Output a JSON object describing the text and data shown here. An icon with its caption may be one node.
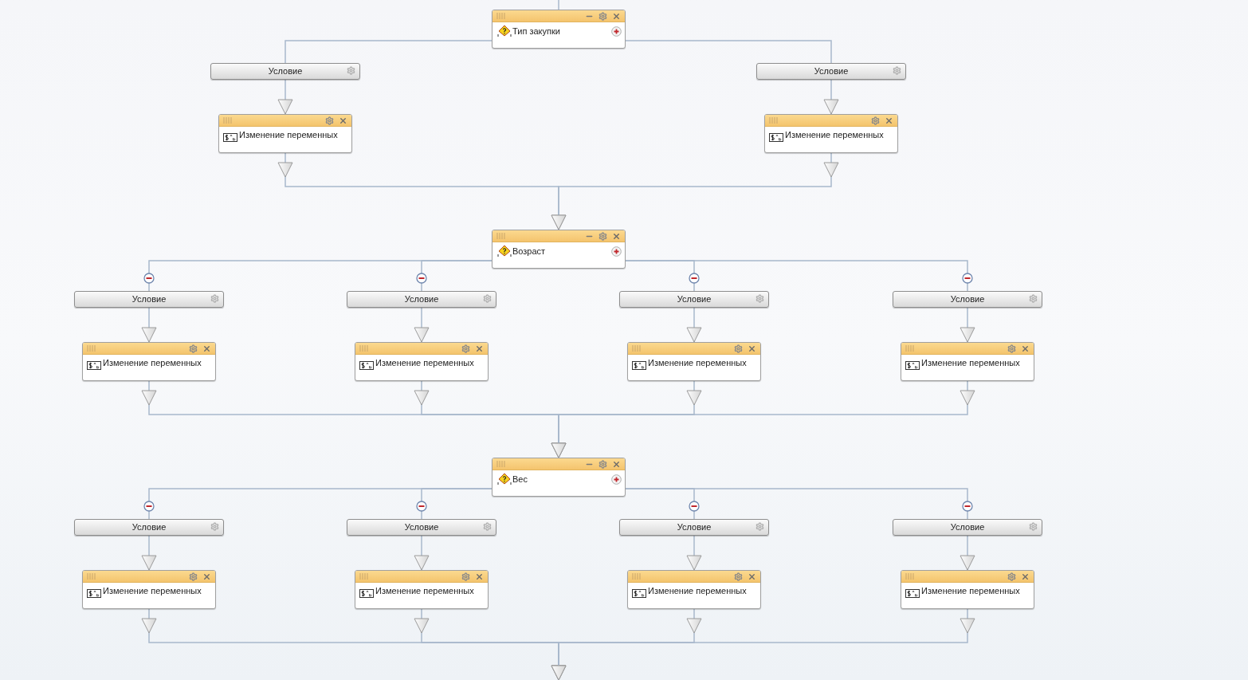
{
  "diagram": {
    "nodes": [
      {
        "text": [
          "Тип закупки"
        ]
      },
      {
        "text": [
          "Условие"
        ]
      },
      {
        "text": [
          "Условие"
        ]
      },
      {
        "text": [
          "Изменение переменных"
        ]
      },
      {
        "text": [
          "Изменение переменных"
        ]
      },
      {
        "text": [
          "Возраст"
        ]
      },
      {
        "text": [
          "Условие"
        ]
      },
      {
        "text": [
          "Условие"
        ]
      },
      {
        "text": [
          "Условие"
        ]
      },
      {
        "text": [
          "Условие"
        ]
      },
      {
        "text": [
          "Изменение переменных"
        ]
      },
      {
        "text": [
          "Изменение переменных"
        ]
      },
      {
        "text": [
          "Изменение переменных"
        ]
      },
      {
        "text": [
          "Изменение переменных"
        ]
      },
      {
        "text": [
          "Вес"
        ]
      },
      {
        "text": [
          "Условие"
        ]
      },
      {
        "text": [
          "Условие"
        ]
      },
      {
        "text": [
          "Условие"
        ]
      },
      {
        "text": [
          "Условие"
        ]
      },
      {
        "text": [
          "Изменение переменных"
        ]
      },
      {
        "text": [
          "Изменение переменных"
        ]
      },
      {
        "text": [
          "Изменение переменных"
        ]
      },
      {
        "text": [
          "Изменение переменных"
        ]
      }
    ],
    "edges": [
      {
        "from": null,
        "to": 0,
        "arrow": "none"
      },
      {
        "from": 0,
        "to": 1,
        "arrow": "none"
      },
      {
        "from": 0,
        "to": 2,
        "arrow": "none"
      },
      {
        "from": 1,
        "to": 3,
        "arrow": "to"
      },
      {
        "from": 2,
        "to": 4,
        "arrow": "to"
      },
      {
        "from": 3,
        "to": 5,
        "arrow": "to"
      },
      {
        "from": 4,
        "to": 5,
        "arrow": "to"
      },
      {
        "from": 5,
        "to": 6,
        "arrow": "none"
      },
      {
        "from": 5,
        "to": 7,
        "arrow": "none"
      },
      {
        "from": 5,
        "to": 8,
        "arrow": "none"
      },
      {
        "from": 5,
        "to": 9,
        "arrow": "none"
      },
      {
        "from": 6,
        "to": 10,
        "arrow": "to"
      },
      {
        "from": 7,
        "to": 11,
        "arrow": "to"
      },
      {
        "from": 8,
        "to": 12,
        "arrow": "to"
      },
      {
        "from": 9,
        "to": 13,
        "arrow": "to"
      },
      {
        "from": 10,
        "to": 14,
        "arrow": "to"
      },
      {
        "from": 11,
        "to": 14,
        "arrow": "to"
      },
      {
        "from": 12,
        "to": 14,
        "arrow": "to"
      },
      {
        "from": 13,
        "to": 14,
        "arrow": "to"
      },
      {
        "from": 14,
        "to": 15,
        "arrow": "none"
      },
      {
        "from": 14,
        "to": 16,
        "arrow": "none"
      },
      {
        "from": 14,
        "to": 17,
        "arrow": "none"
      },
      {
        "from": 14,
        "to": 18,
        "arrow": "none"
      },
      {
        "from": 15,
        "to": 19,
        "arrow": "to"
      },
      {
        "from": 16,
        "to": 20,
        "arrow": "to"
      },
      {
        "from": 17,
        "to": 21,
        "arrow": "to"
      },
      {
        "from": 18,
        "to": 22,
        "arrow": "to"
      },
      {
        "from": 19,
        "to": null,
        "arrow": "to"
      },
      {
        "from": 20,
        "to": null,
        "arrow": "to"
      },
      {
        "from": 21,
        "to": null,
        "arrow": "to"
      },
      {
        "from": 22,
        "to": null,
        "arrow": "to"
      }
    ]
  }
}
